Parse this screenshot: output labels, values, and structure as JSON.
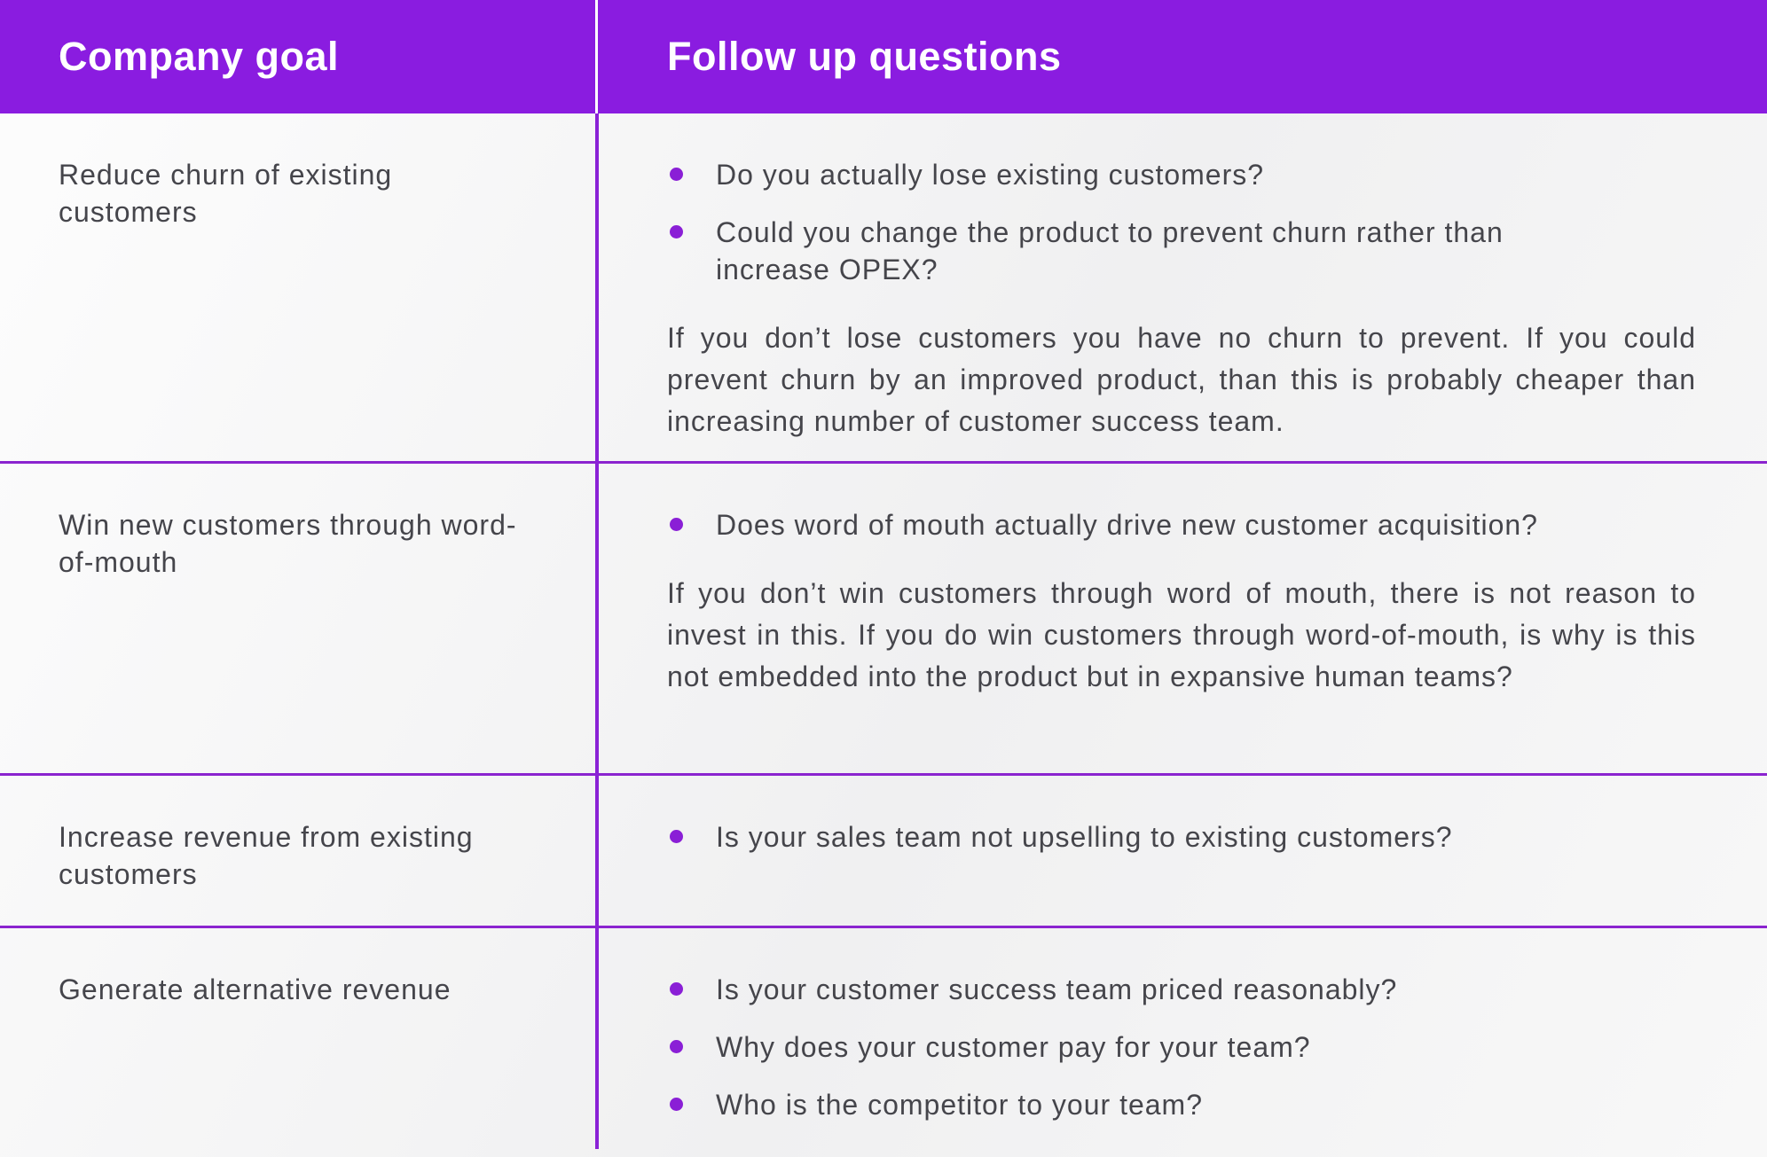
{
  "colors": {
    "header_bg": "#8a1ce0",
    "divider_line": "#8b24cf",
    "bullet": "#8a1fd6",
    "header_text": "#ffffff",
    "body_text": "#45454b"
  },
  "table": {
    "columns": [
      {
        "label": "Company goal"
      },
      {
        "label": "Follow up questions"
      }
    ],
    "rows": [
      {
        "goal": "Reduce churn of existing customers",
        "bullets": [
          "Do you actually lose existing customers?",
          "Could you change the product to prevent churn rather than increase OPEX?"
        ],
        "note": "If you don’t lose customers you have no churn to prevent. If you could prevent churn by an improved product, than this is probably cheaper than increasing number of customer success team."
      },
      {
        "goal": "Win new customers through word-of-mouth",
        "bullets": [
          "Does word of mouth actually drive new customer acquisition?"
        ],
        "note": "If you don’t win customers through word of mouth, there is not reason to invest in this. If you do win customers through word-of-mouth, is why is this not embedded into the product but in expansive human teams?"
      },
      {
        "goal": "Increase revenue from existing customers",
        "bullets": [
          "Is your sales team not upselling to existing customers?"
        ]
      },
      {
        "goal": "Generate alternative revenue",
        "bullets": [
          "Is your customer success team priced reasonably?",
          "Why does your customer pay for your team?",
          "Who is the competitor to your team?"
        ]
      }
    ]
  }
}
